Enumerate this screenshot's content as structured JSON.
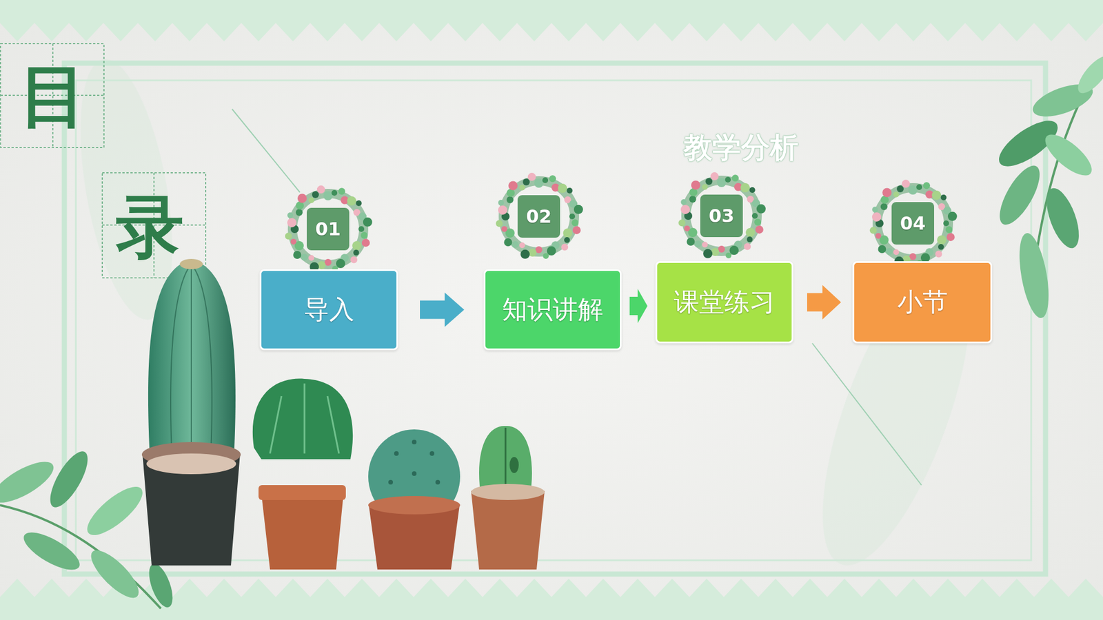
{
  "diagram": {
    "nodes": [
      {
        "text": [
          "01"
        ]
      },
      {
        "text": [
          "导入"
        ]
      },
      {
        "text": [
          "02"
        ]
      },
      {
        "text": [
          "知识讲解"
        ]
      },
      {
        "text": [
          "03"
        ]
      },
      {
        "text": [
          "课堂练习"
        ]
      },
      {
        "text": [
          "04"
        ]
      },
      {
        "text": [
          "小节"
        ]
      }
    ],
    "edges": [
      {
        "from": 1,
        "to": 3,
        "arrow": "to"
      },
      {
        "from": 3,
        "to": 5,
        "arrow": "to"
      },
      {
        "from": 5,
        "to": 7,
        "arrow": "to"
      }
    ],
    "labels": [
      "目",
      "录",
      "教学分析"
    ]
  }
}
